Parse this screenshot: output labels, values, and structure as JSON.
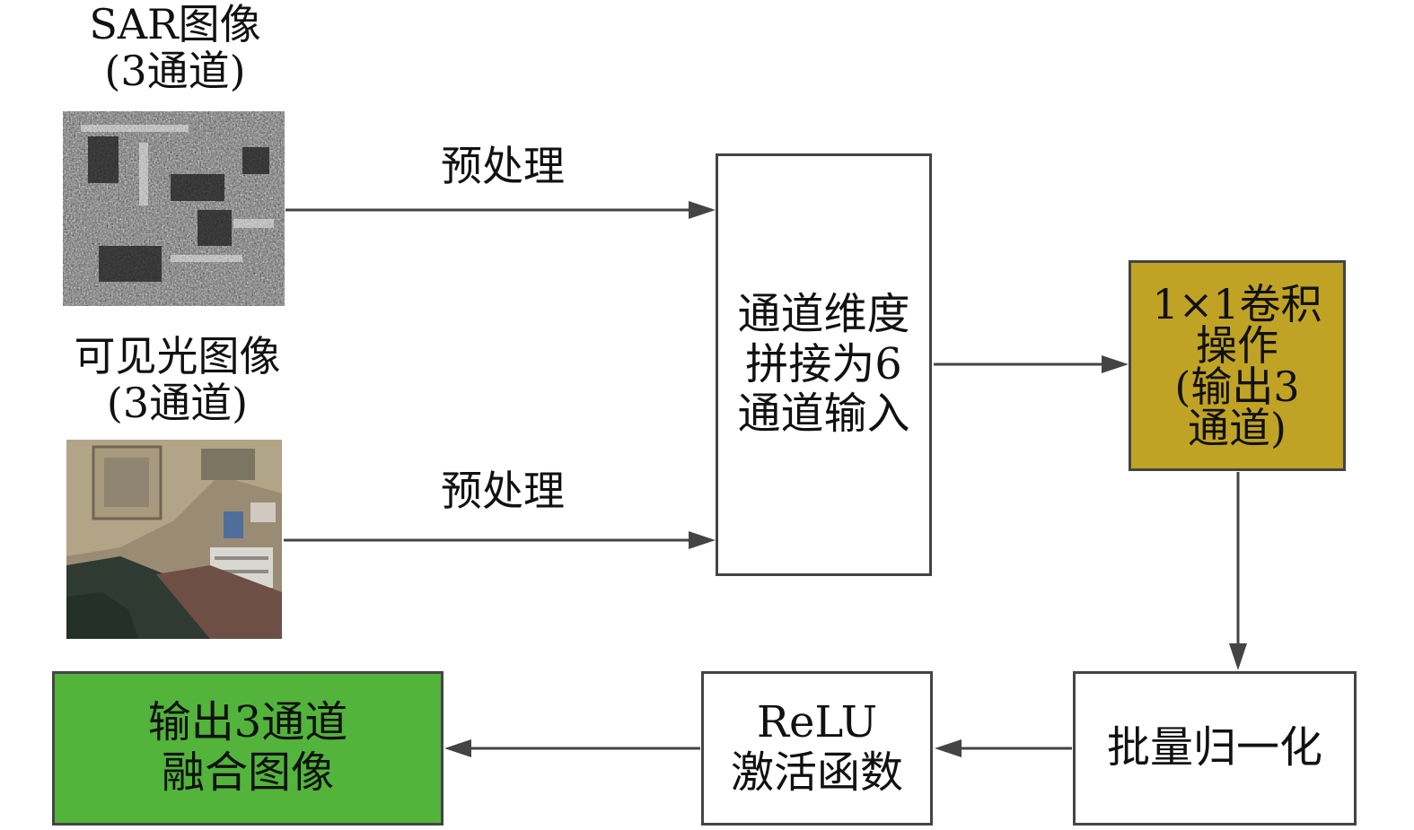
{
  "inputs": {
    "sar": {
      "title": "SAR图像",
      "subtitle": "(3通道)",
      "image": "sar-grayscale-image"
    },
    "optical": {
      "title": "可见光图像",
      "subtitle": "(3通道)",
      "image": "optical-color-image"
    }
  },
  "edges": {
    "sar_to_concat": "预处理",
    "optical_to_concat": "预处理"
  },
  "nodes": {
    "concat": {
      "lines": [
        "通道维度",
        "拼接为6",
        "通道输入"
      ]
    },
    "conv": {
      "lines": [
        "1×1卷积",
        "操作",
        "(输出3",
        "通道)"
      ],
      "color": "#c0a324"
    },
    "bn": {
      "lines": [
        "批量归一化"
      ]
    },
    "relu": {
      "lines": [
        "ReLU",
        "激活函数"
      ]
    },
    "output": {
      "lines": [
        "输出3通道",
        "融合图像"
      ],
      "color": "#52b43a"
    }
  },
  "colors": {
    "arrow": "#444444",
    "border": "#444444"
  }
}
